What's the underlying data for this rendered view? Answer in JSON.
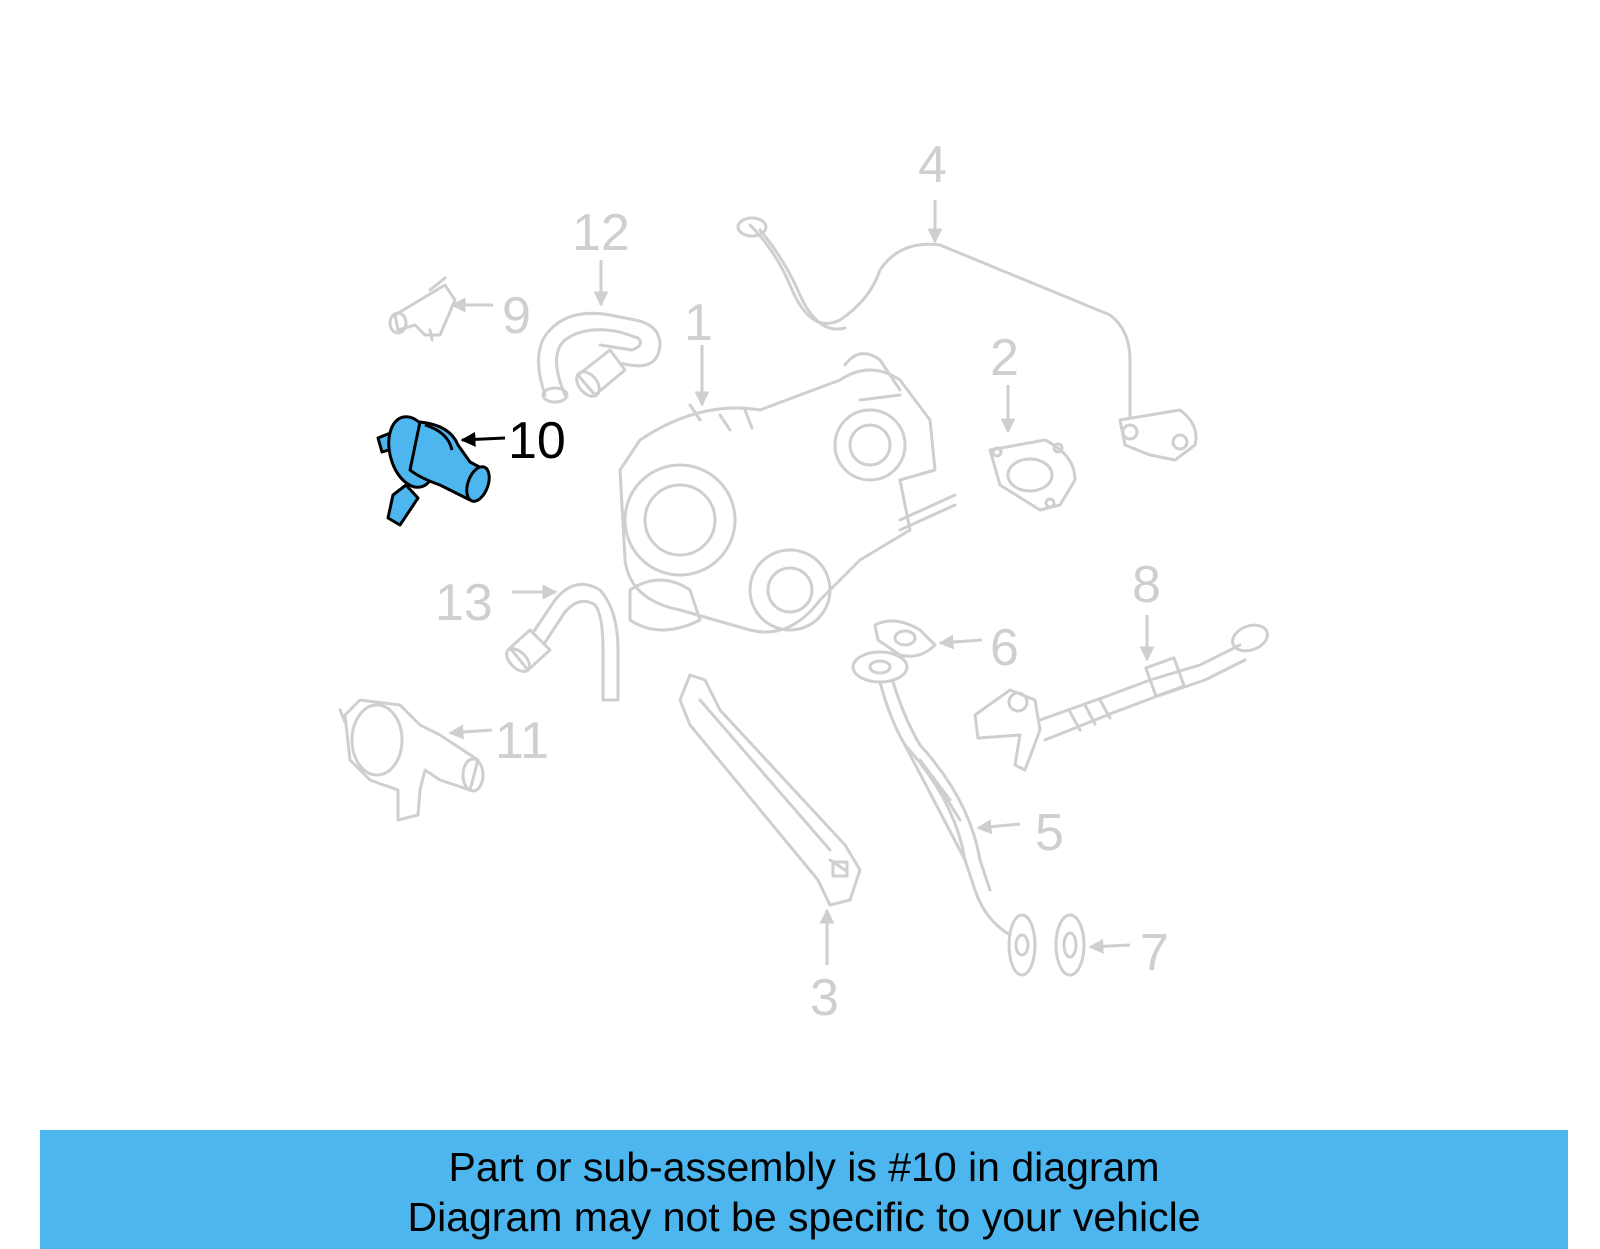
{
  "callouts": {
    "c1": "1",
    "c2": "2",
    "c3": "3",
    "c4": "4",
    "c5": "5",
    "c6": "6",
    "c7": "7",
    "c8": "8",
    "c9": "9",
    "c10": "10",
    "c11": "11",
    "c12": "12",
    "c13": "13"
  },
  "highlighted_part": "10",
  "colors": {
    "highlight": "#4eb6ef",
    "inactive_line": "#cfcfcf",
    "active_line": "#000000"
  },
  "banner": {
    "line1": "Part or sub-assembly is #10 in diagram",
    "line2": "Diagram may not be specific to your vehicle"
  }
}
